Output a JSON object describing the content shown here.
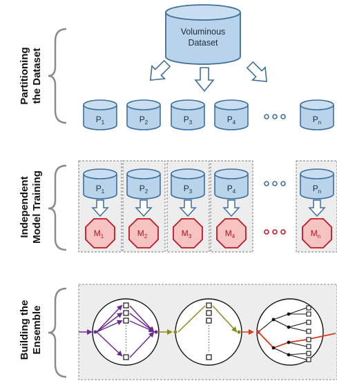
{
  "sections": {
    "partitioning": [
      "Partitioning",
      "the Dataset"
    ],
    "training": [
      "Independent",
      "Model Training"
    ],
    "ensemble": [
      "Building the",
      "Ensemble"
    ]
  },
  "dataset": {
    "line1": "Voluminous",
    "line2": "Dataset"
  },
  "partitions": [
    {
      "base": "P",
      "sub": "1"
    },
    {
      "base": "P",
      "sub": "2"
    },
    {
      "base": "P",
      "sub": "3"
    },
    {
      "base": "P",
      "sub": "4"
    },
    {
      "base": "P",
      "sub": "n"
    }
  ],
  "models": [
    {
      "base": "M",
      "sub": "1"
    },
    {
      "base": "M",
      "sub": "2"
    },
    {
      "base": "M",
      "sub": "3"
    },
    {
      "base": "M",
      "sub": "4"
    },
    {
      "base": "M",
      "sub": "n"
    }
  ],
  "colors": {
    "cylinder_fill": "#b9d3ea",
    "cylinder_stroke": "#3d6f9a",
    "octagon_fill": "#f6c3c3",
    "octagon_stroke": "#c2161f",
    "ellipsis_blue": "#3d6f9a",
    "ellipsis_red": "#c2161f",
    "purple": "#6a2c91",
    "olive": "#8b8a1a",
    "red": "#d63a1e",
    "panel_fill": "#ededed"
  }
}
